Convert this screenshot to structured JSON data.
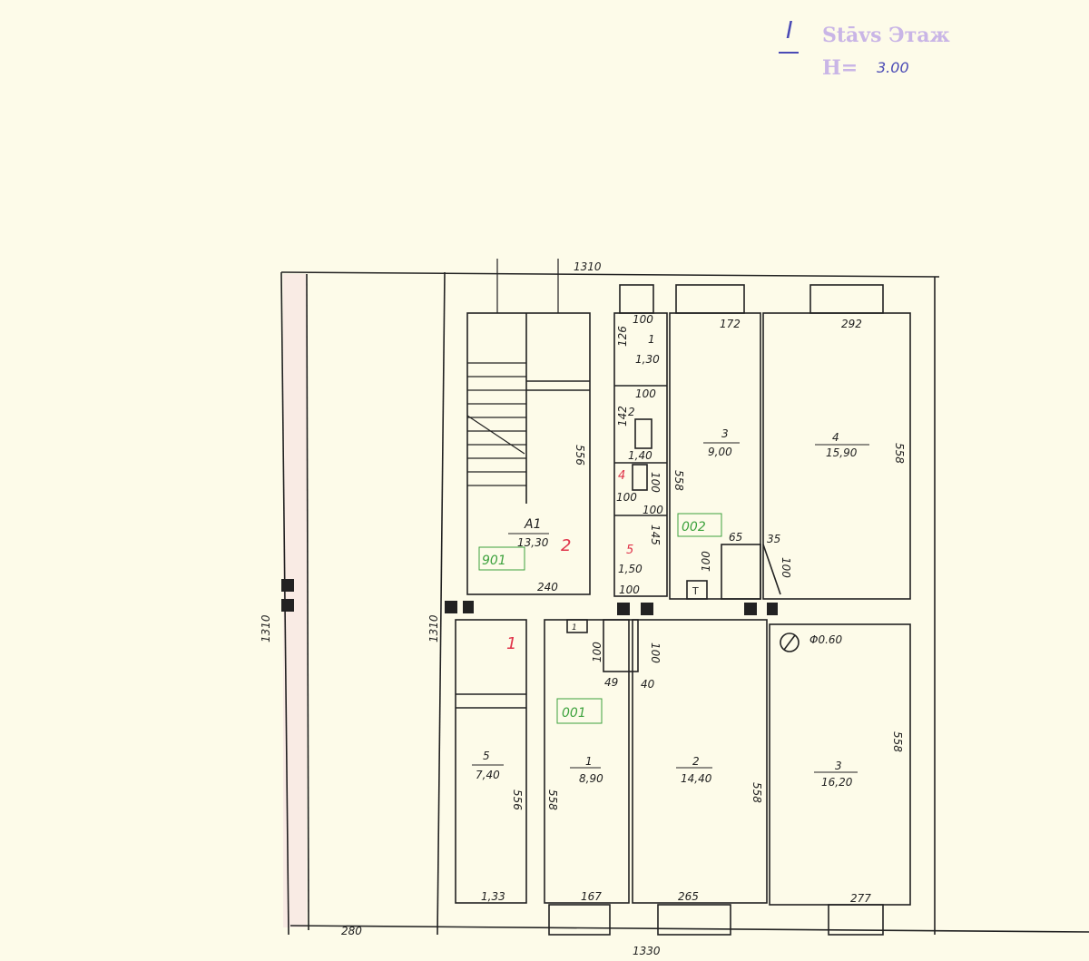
{
  "stamp": {
    "floor_number": "I",
    "floor_label": "Stāvs Этаж",
    "height_label": "H=",
    "height_value": "3.00"
  },
  "dimensions": {
    "top": "1310",
    "left": "1310",
    "inner_left": "1310",
    "bottom_left": "280",
    "bottom": "1330"
  },
  "apartments": [
    {
      "code": "901",
      "rooms": [
        {
          "number": "A1",
          "area": "13,30",
          "mark": "2",
          "dims": [
            "556",
            "240"
          ]
        }
      ]
    },
    {
      "code": "002",
      "rooms": [
        {
          "number": "1",
          "area": "1,30",
          "dims": [
            "100",
            "126"
          ]
        },
        {
          "number": "2",
          "area": "1,40",
          "dims": [
            "100",
            "142"
          ]
        },
        {
          "number": "4",
          "area": "",
          "dims": [
            "100",
            "100"
          ]
        },
        {
          "number": "5",
          "area": "1,50",
          "dims": [
            "100",
            "145",
            "100"
          ]
        },
        {
          "number": "3",
          "area": "9,00",
          "dims": [
            "172",
            "558",
            "65",
            "100"
          ]
        },
        {
          "number": "4",
          "area": "15,90",
          "dims": [
            "292",
            "558",
            "35",
            "100"
          ]
        }
      ]
    },
    {
      "code": "001",
      "rooms": [
        {
          "number": "1",
          "area": "8,90",
          "dims": [
            "558",
            "167",
            "100",
            "49",
            "40",
            "100"
          ]
        },
        {
          "number": "2",
          "area": "14,40",
          "dims": [
            "558",
            "265"
          ]
        },
        {
          "number": "3",
          "area": "16,20",
          "dims": [
            "558",
            "277"
          ],
          "note": "Φ0.60"
        }
      ]
    },
    {
      "code": "",
      "rooms": [
        {
          "number": "5",
          "area": "7,40",
          "mark": "1",
          "dims": [
            "556",
            "1,33"
          ]
        }
      ]
    }
  ],
  "symbols": {
    "stove": "T",
    "meter": "1"
  }
}
